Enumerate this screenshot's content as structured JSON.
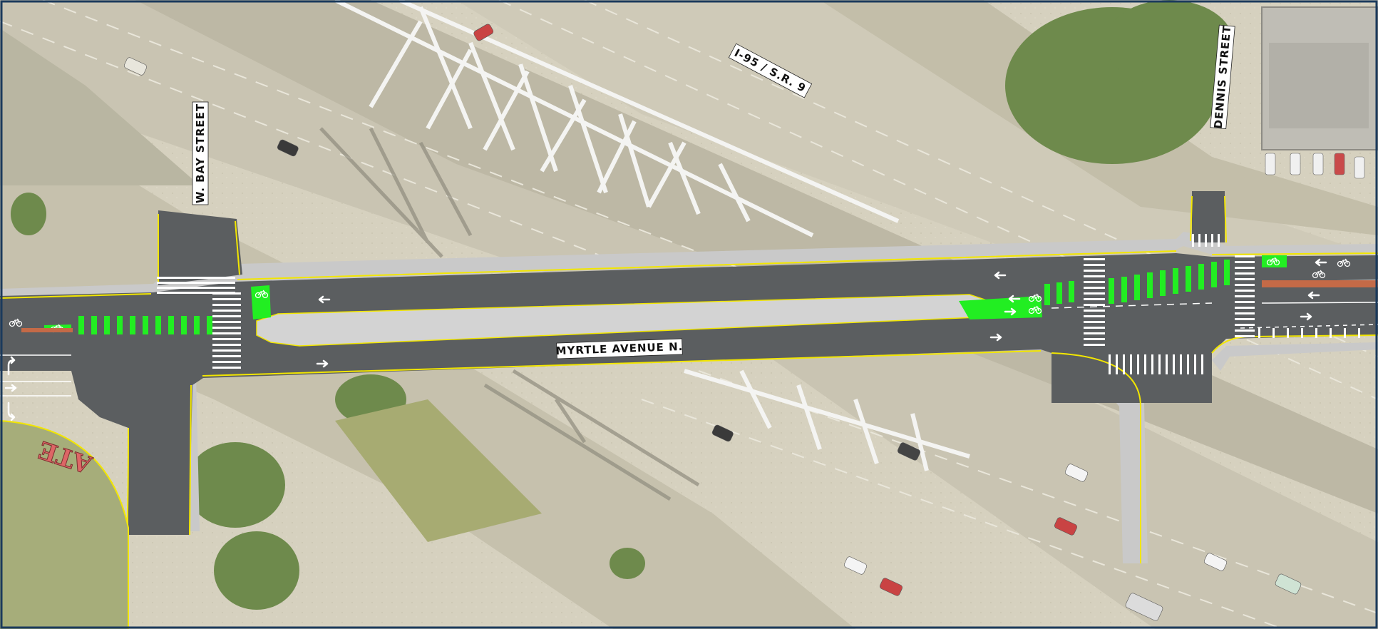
{
  "map": {
    "labels": {
      "highway": "I-95 / S.R. 9",
      "west_street": "W. BAY STREET",
      "east_street": "DENNIS STREET",
      "main_street": "MYRTLE AVENUE N."
    },
    "sign_text": "ATE",
    "colors": {
      "asphalt": "#5b5e60",
      "median": "#d3d3d3",
      "bike_green": "#22ee22",
      "edge_yellow": "#f2e600",
      "sidewalk": "#c9c9c9",
      "aerial_base": "#d4cfbd",
      "highway_deck": "#c8c3b1",
      "trees": "#748a52",
      "frame": "#1b3a5c"
    },
    "icons": [
      "bicycle-icon",
      "arrow-left-icon",
      "arrow-right-icon",
      "turn-arrow-icon"
    ]
  }
}
